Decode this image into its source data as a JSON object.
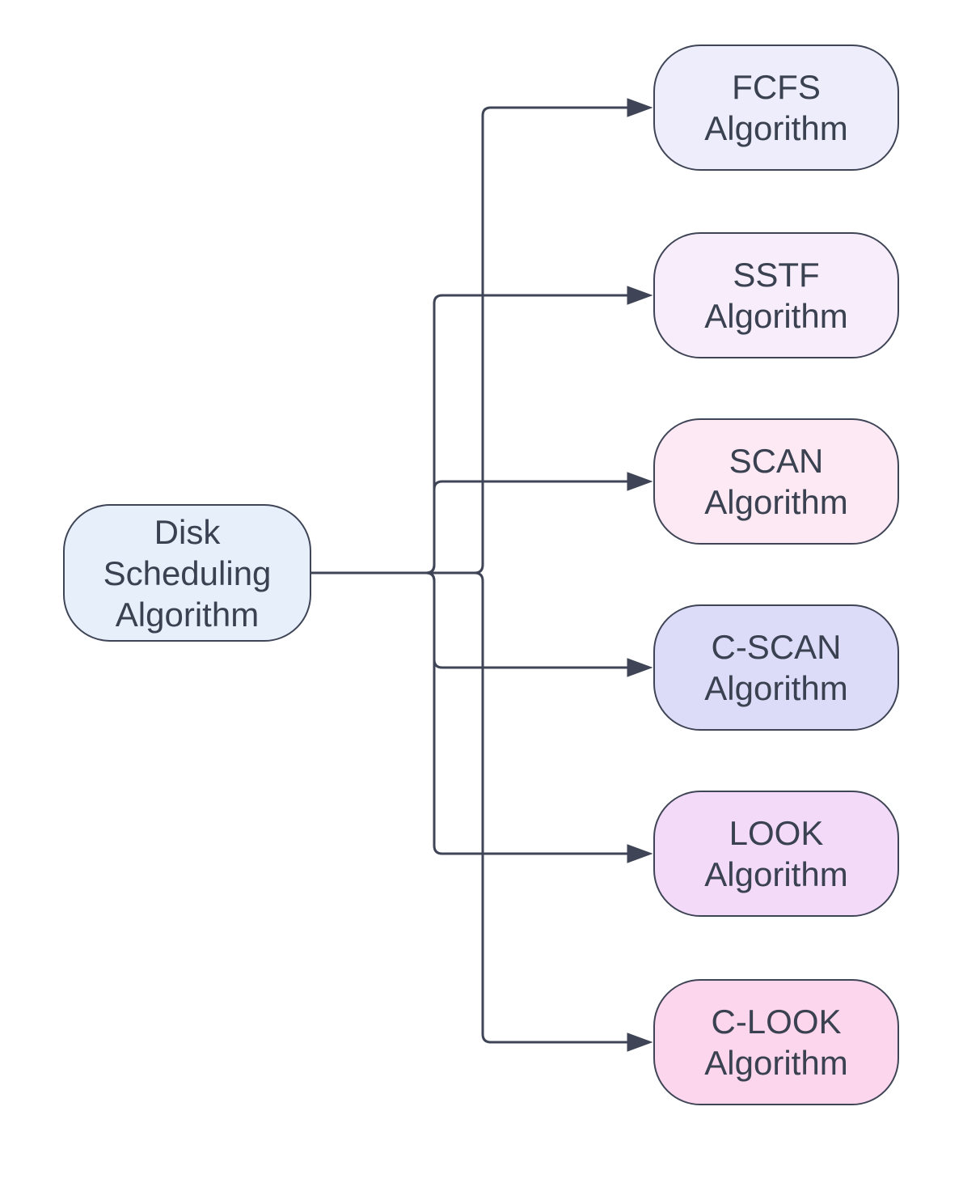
{
  "diagram": {
    "background": "#ffffff",
    "stroke_color": "#3f4556",
    "text_color": "#3a4150",
    "root": {
      "label": "Disk Scheduling Algorithm",
      "lines": [
        "Disk",
        "Scheduling",
        "Algorithm"
      ],
      "fill": "#e7effb"
    },
    "children": [
      {
        "label": "FCFS Algorithm",
        "lines": [
          "FCFS",
          "Algorithm"
        ],
        "fill": "#ededfb"
      },
      {
        "label": "SSTF Algorithm",
        "lines": [
          "SSTF",
          "Algorithm"
        ],
        "fill": "#f8edfb"
      },
      {
        "label": "SCAN Algorithm",
        "lines": [
          "SCAN",
          "Algorithm"
        ],
        "fill": "#fce9f4"
      },
      {
        "label": "C-SCAN Algorithm",
        "lines": [
          "C-SCAN",
          "Algorithm"
        ],
        "fill": "#dddcf8"
      },
      {
        "label": "LOOK Algorithm",
        "lines": [
          "LOOK",
          "Algorithm"
        ],
        "fill": "#f2daf8"
      },
      {
        "label": "C-LOOK Algorithm",
        "lines": [
          "C-LOOK",
          "Algorithm"
        ],
        "fill": "#fcd6ec"
      }
    ]
  }
}
